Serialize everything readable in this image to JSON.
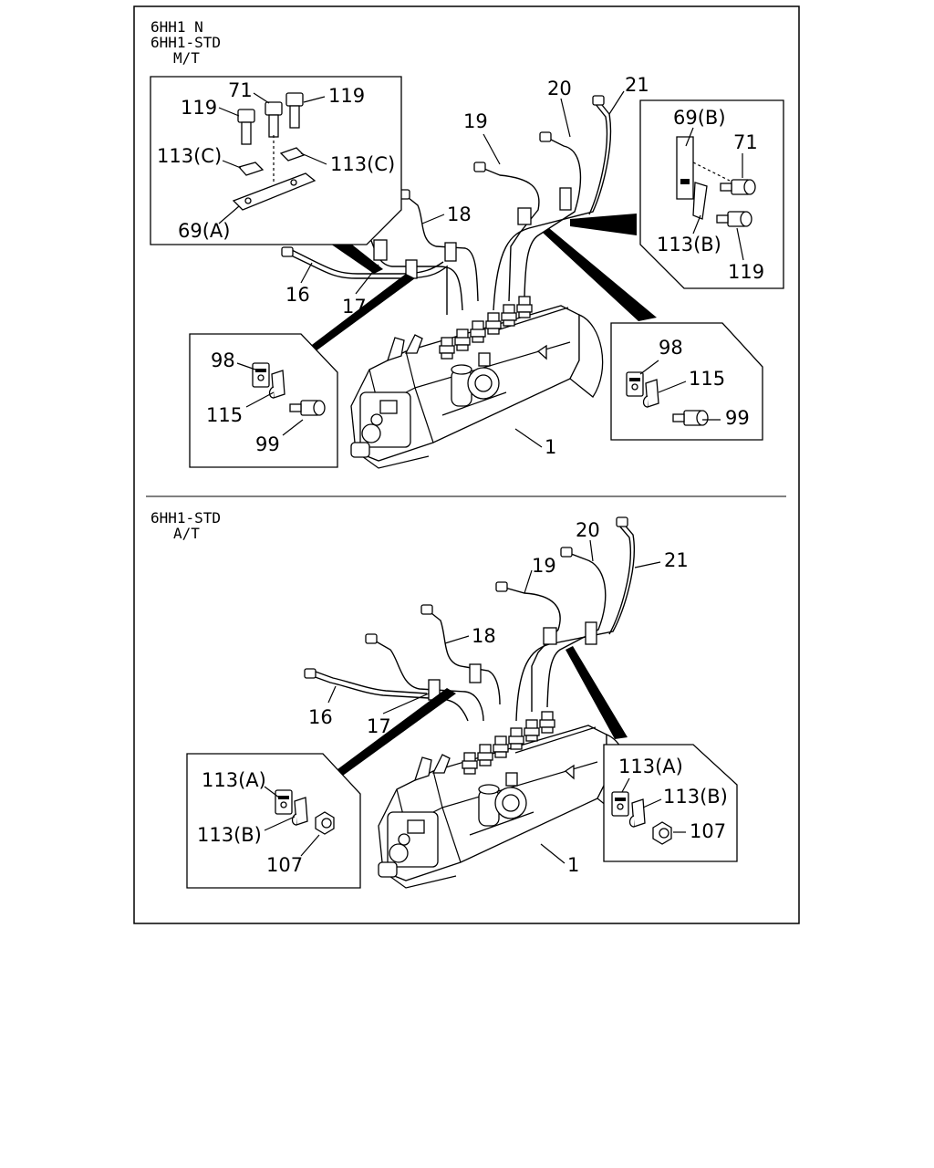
{
  "frame": {
    "border_color": "#000000",
    "background": "#ffffff"
  },
  "upper": {
    "header": [
      "6HH1 N",
      "6HH1-STD",
      "M/T"
    ],
    "callouts_left_inset": {
      "bolt_left": "119",
      "bolt_mid": "71",
      "bolt_right": "119",
      "clip_left": "113(C)",
      "clip_right": "113(C)",
      "bracket": "69(A)"
    },
    "callouts_right_inset": {
      "bracket": "69(B)",
      "bolt": "71",
      "clip": "113(B)",
      "bolt_lower": "119"
    },
    "callouts_lower_left_inset": {
      "clip": "98",
      "clamp": "115",
      "bolt": "99"
    },
    "callouts_lower_right_inset": {
      "clip": "98",
      "clamp": "115",
      "bolt": "99"
    },
    "callouts_pipes": {
      "p16": "16",
      "p17": "17",
      "p18": "18",
      "p19": "19",
      "p20": "20",
      "p21": "21",
      "pump": "1"
    }
  },
  "lower": {
    "header": [
      "6HH1-STD",
      "A/T"
    ],
    "callouts_left_inset": {
      "clip": "113(A)",
      "clamp": "113(B)",
      "nut": "107"
    },
    "callouts_right_inset": {
      "clip": "113(A)",
      "clamp": "113(B)",
      "nut": "107"
    },
    "callouts_pipes": {
      "p16": "16",
      "p17": "17",
      "p18": "18",
      "p19": "19",
      "p20": "20",
      "p21": "21",
      "pump": "1"
    }
  }
}
